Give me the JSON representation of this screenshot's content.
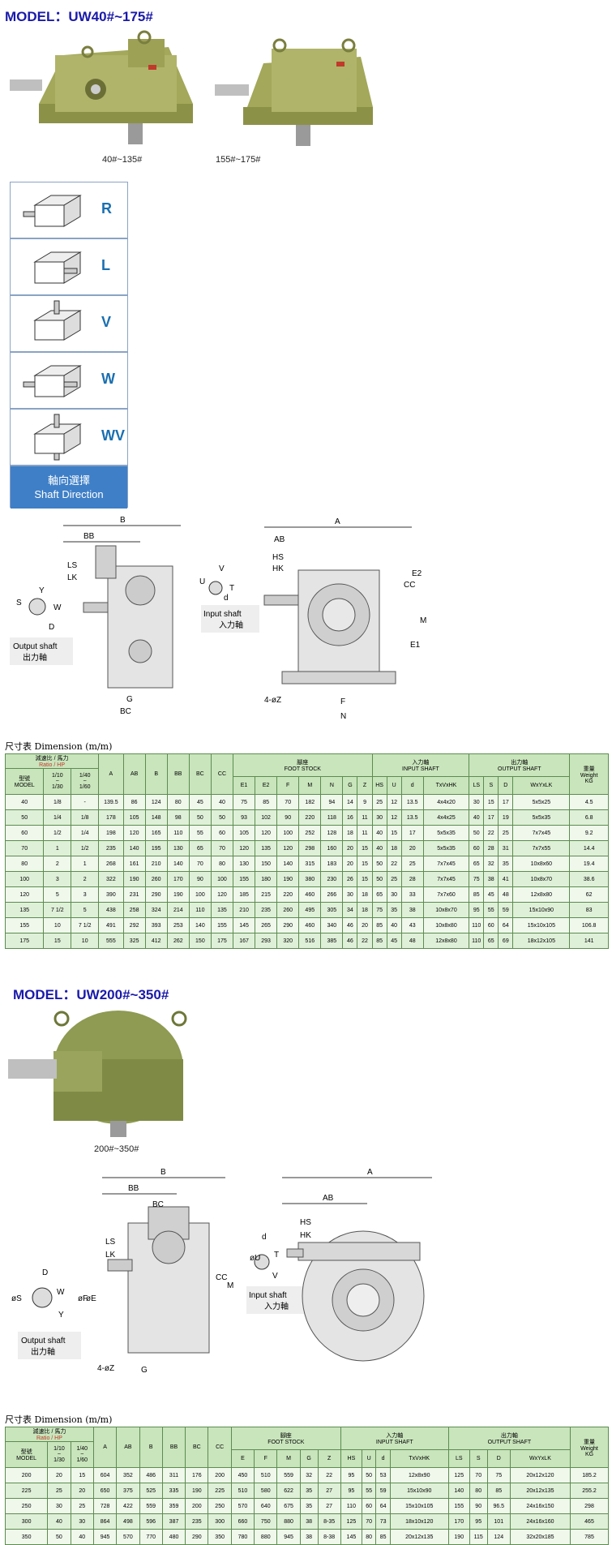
{
  "section1": {
    "model_title": "MODEL：UW40#~175#",
    "photo_caption_left": "40#~135#",
    "photo_caption_right": "155#~175#"
  },
  "shaft_direction": {
    "items": [
      "R",
      "L",
      "V",
      "W",
      "WV"
    ],
    "footer_cn": "軸向選擇",
    "footer_en": "Shaft Direction"
  },
  "drawing1": {
    "output_shaft_en": "Output shaft",
    "output_shaft_cn": "出力軸",
    "input_shaft_en": "Input shaft",
    "input_shaft_cn": "入力軸",
    "dims": {
      "B": "B",
      "BB": "BB",
      "LS": "LS",
      "LK": "LK",
      "Y": "Y",
      "S": "S",
      "W": "W",
      "D": "D",
      "G": "G",
      "BC": "BC",
      "V": "V",
      "U": "U",
      "T": "T",
      "d": "d",
      "A": "A",
      "AB": "AB",
      "HS": "HS",
      "HK": "HK",
      "CC": "CC",
      "E2": "E2",
      "M": "M",
      "E1": "E1",
      "Z": "4-øZ",
      "F": "F",
      "N": "N"
    }
  },
  "table1": {
    "title_cn": "尺寸表",
    "title_en": "Dimension (m/m)",
    "h_ratio": "減速比 / 馬力",
    "h_ratio_en": "Ratio / HP",
    "h_model": "型號",
    "h_model_en": "MODEL",
    "h_110": "1/10",
    "h_130": "1/30",
    "h_140": "1/40",
    "h_160": "1/60",
    "h_tilde": "~",
    "cols": [
      "A",
      "AB",
      "B",
      "BB",
      "BC",
      "CC"
    ],
    "foot_cn": "腳座",
    "foot_en": "FOOT STOCK",
    "foot_cols": [
      "E1",
      "E2",
      "F",
      "M",
      "N",
      "G",
      "Z"
    ],
    "input_cn": "入力軸",
    "input_en": "INPUT SHAFT",
    "input_cols": [
      "HS",
      "U",
      "d",
      "TxVxHK"
    ],
    "output_cn": "出力軸",
    "output_en": "OUTPUT SHAFT",
    "output_cols": [
      "LS",
      "S",
      "D",
      "WxYxLK"
    ],
    "weight_cn": "重量",
    "weight_en": "Weight",
    "weight_unit": "KG",
    "rows": [
      [
        "40",
        "1/8",
        "-",
        "139.5",
        "86",
        "124",
        "80",
        "45",
        "40",
        "75",
        "85",
        "70",
        "182",
        "94",
        "14",
        "9",
        "25",
        "12",
        "13.5",
        "4x4x20",
        "30",
        "15",
        "17",
        "5x5x25",
        "4.5"
      ],
      [
        "50",
        "1/4",
        "1/8",
        "178",
        "105",
        "148",
        "98",
        "50",
        "50",
        "93",
        "102",
        "90",
        "220",
        "118",
        "16",
        "11",
        "30",
        "12",
        "13.5",
        "4x4x25",
        "40",
        "17",
        "19",
        "5x5x35",
        "6.8"
      ],
      [
        "60",
        "1/2",
        "1/4",
        "198",
        "120",
        "165",
        "110",
        "55",
        "60",
        "105",
        "120",
        "100",
        "252",
        "128",
        "18",
        "11",
        "40",
        "15",
        "17",
        "5x5x35",
        "50",
        "22",
        "25",
        "7x7x45",
        "9.2"
      ],
      [
        "70",
        "1",
        "1/2",
        "235",
        "140",
        "195",
        "130",
        "65",
        "70",
        "120",
        "135",
        "120",
        "298",
        "160",
        "20",
        "15",
        "40",
        "18",
        "20",
        "5x5x35",
        "60",
        "28",
        "31",
        "7x7x55",
        "14.4"
      ],
      [
        "80",
        "2",
        "1",
        "268",
        "161",
        "210",
        "140",
        "70",
        "80",
        "130",
        "150",
        "140",
        "315",
        "183",
        "20",
        "15",
        "50",
        "22",
        "25",
        "7x7x45",
        "65",
        "32",
        "35",
        "10x8x60",
        "19.4"
      ],
      [
        "100",
        "3",
        "2",
        "322",
        "190",
        "260",
        "170",
        "90",
        "100",
        "155",
        "180",
        "190",
        "380",
        "230",
        "26",
        "15",
        "50",
        "25",
        "28",
        "7x7x45",
        "75",
        "38",
        "41",
        "10x8x70",
        "38.6"
      ],
      [
        "120",
        "5",
        "3",
        "390",
        "231",
        "290",
        "190",
        "100",
        "120",
        "185",
        "215",
        "220",
        "460",
        "266",
        "30",
        "18",
        "65",
        "30",
        "33",
        "7x7x60",
        "85",
        "45",
        "48",
        "12x8x80",
        "62"
      ],
      [
        "135",
        "7  1/2",
        "5",
        "438",
        "258",
        "324",
        "214",
        "110",
        "135",
        "210",
        "235",
        "260",
        "495",
        "305",
        "34",
        "18",
        "75",
        "35",
        "38",
        "10x8x70",
        "95",
        "55",
        "59",
        "15x10x90",
        "83"
      ],
      [
        "155",
        "10",
        "7  1/2",
        "491",
        "292",
        "393",
        "253",
        "140",
        "155",
        "145",
        "265",
        "290",
        "460",
        "340",
        "46",
        "20",
        "85",
        "40",
        "43",
        "10x8x80",
        "110",
        "60",
        "64",
        "15x10x105",
        "106.8"
      ],
      [
        "175",
        "15",
        "10",
        "555",
        "325",
        "412",
        "262",
        "150",
        "175",
        "167",
        "293",
        "320",
        "516",
        "385",
        "46",
        "22",
        "85",
        "45",
        "48",
        "12x8x80",
        "110",
        "65",
        "69",
        "18x12x105",
        "141"
      ]
    ]
  },
  "section2": {
    "model_title": "MODEL：UW200#~350#",
    "photo_caption": "200#~350#"
  },
  "drawing2": {
    "output_shaft_en": "Output shaft",
    "output_shaft_cn": "出力軸",
    "input_shaft_en": "Input shaft",
    "input_shaft_cn": "入力軸",
    "dims": {
      "B": "B",
      "BB": "BB",
      "BC": "BC",
      "LS": "LS",
      "LK": "LK",
      "D": "D",
      "S": "øS",
      "W": "W",
      "Y": "Y",
      "F": "øF",
      "E": "øE",
      "CC": "CC",
      "M": "M",
      "U": "øU",
      "d": "d",
      "T": "T",
      "V": "V",
      "HS": "HS",
      "HK": "HK",
      "A": "A",
      "AB": "AB",
      "Z": "4-øZ",
      "G": "G"
    }
  },
  "table2": {
    "title_cn": "尺寸表",
    "title_en": "Dimension (m/m)",
    "h_ratio": "減速比 / 馬力",
    "h_ratio_en": "Ratio / HP",
    "h_model": "型號",
    "h_model_en": "MODEL",
    "h_110": "1/10",
    "h_130": "1/30",
    "h_140": "1/40",
    "h_160": "1/60",
    "h_tilde": "~",
    "cols": [
      "A",
      "AB",
      "B",
      "BB",
      "BC",
      "CC"
    ],
    "foot_cn": "腳座",
    "foot_en": "FOOT STOCK",
    "foot_cols": [
      "E",
      "F",
      "M",
      "G",
      "Z"
    ],
    "input_cn": "入力軸",
    "input_en": "INPUT SHAFT",
    "input_cols": [
      "HS",
      "U",
      "d",
      "TxVxHK"
    ],
    "output_cn": "出力軸",
    "output_en": "OUTPUT SHAFT",
    "output_cols": [
      "LS",
      "S",
      "D",
      "WxYxLK"
    ],
    "weight_cn": "重量",
    "weight_en": "Weight",
    "weight_unit": "KG",
    "rows": [
      [
        "200",
        "20",
        "15",
        "604",
        "352",
        "486",
        "311",
        "176",
        "200",
        "450",
        "510",
        "559",
        "32",
        "22",
        "95",
        "50",
        "53",
        "12x8x90",
        "125",
        "70",
        "75",
        "20x12x120",
        "185.2"
      ],
      [
        "225",
        "25",
        "20",
        "650",
        "375",
        "525",
        "335",
        "190",
        "225",
        "510",
        "580",
        "622",
        "35",
        "27",
        "95",
        "55",
        "59",
        "15x10x90",
        "140",
        "80",
        "85",
        "20x12x135",
        "255.2"
      ],
      [
        "250",
        "30",
        "25",
        "728",
        "422",
        "559",
        "359",
        "200",
        "250",
        "570",
        "640",
        "675",
        "35",
        "27",
        "110",
        "60",
        "64",
        "15x10x105",
        "155",
        "90",
        "96.5",
        "24x16x150",
        "298"
      ],
      [
        "300",
        "40",
        "30",
        "864",
        "498",
        "596",
        "387",
        "235",
        "300",
        "660",
        "750",
        "880",
        "38",
        "8-35",
        "125",
        "70",
        "73",
        "18x10x120",
        "170",
        "95",
        "101",
        "24x16x160",
        "465"
      ],
      [
        "350",
        "50",
        "40",
        "945",
        "570",
        "770",
        "480",
        "290",
        "350",
        "780",
        "880",
        "945",
        "38",
        "8-38",
        "145",
        "80",
        "85",
        "20x12x135",
        "190",
        "115",
        "124",
        "32x20x185",
        "785"
      ]
    ]
  }
}
